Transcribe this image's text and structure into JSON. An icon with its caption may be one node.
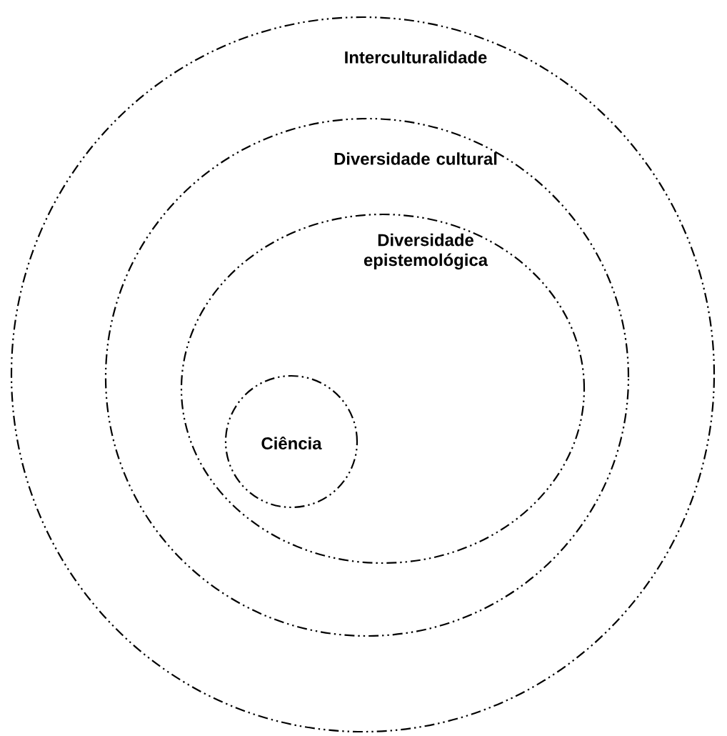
{
  "diagram": {
    "nodes": [
      {
        "text": [
          "Interculturalidade"
        ]
      },
      {
        "text": [
          "Diversidade cultural"
        ],
        "in": 0
      },
      {
        "text": [
          "Diversidade epistemológica"
        ],
        "in": 1
      },
      {
        "text": [
          "Ciência"
        ],
        "in": 2
      }
    ]
  }
}
